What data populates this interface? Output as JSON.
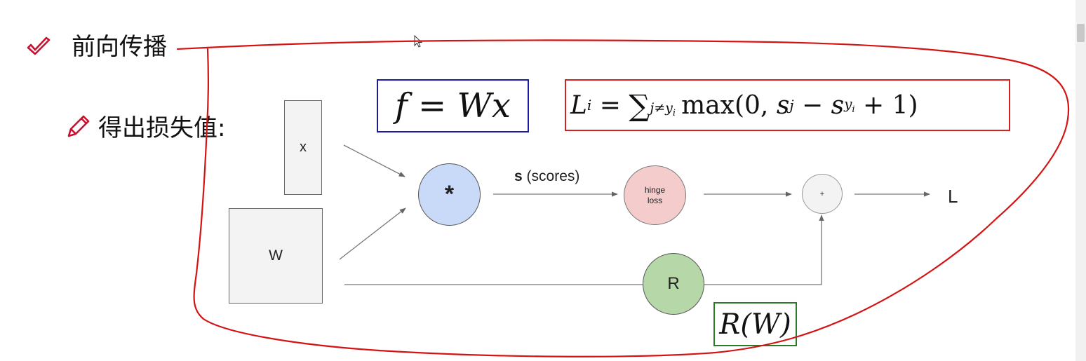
{
  "heading": {
    "text": "前向传播",
    "icon": "check-icon"
  },
  "subheading": {
    "text": "得出损失值:",
    "icon": "pencil-icon"
  },
  "diagram": {
    "input_x_label": "x",
    "input_w_label": "W",
    "multiply_label": "*",
    "scores_bold": "s",
    "scores_rest": " (scores)",
    "hinge_line1": "hinge",
    "hinge_line2": "loss",
    "add_label": "+",
    "reg_label": "R",
    "output_label": "L",
    "colors": {
      "multiply_node": "#c9daf8",
      "hinge_node": "#f4cccc",
      "reg_node": "#b6d7a8",
      "add_node": "#f3f3f3",
      "box_fill": "#f3f3f3",
      "arrow": "#666666"
    }
  },
  "formulas": {
    "score": {
      "f": "f",
      "eq": " = ",
      "W": "W",
      "x": "x",
      "border_color": "#1a1aa6"
    },
    "loss": {
      "L": "L",
      "i": "i",
      "eq": " = ",
      "sum": "∑",
      "sub": "j≠y",
      "sub_i": "i",
      "max": "max(0, ",
      "s": "s",
      "j": "j",
      "minus": " − ",
      "s2": "s",
      "y": "y",
      "i2": "i",
      "plus": " + 1)",
      "border_color": "#d42020"
    },
    "reg": {
      "text": "R(W)",
      "border_color": "#2a7a2a"
    }
  },
  "annotation": {
    "color": "#d41414"
  }
}
